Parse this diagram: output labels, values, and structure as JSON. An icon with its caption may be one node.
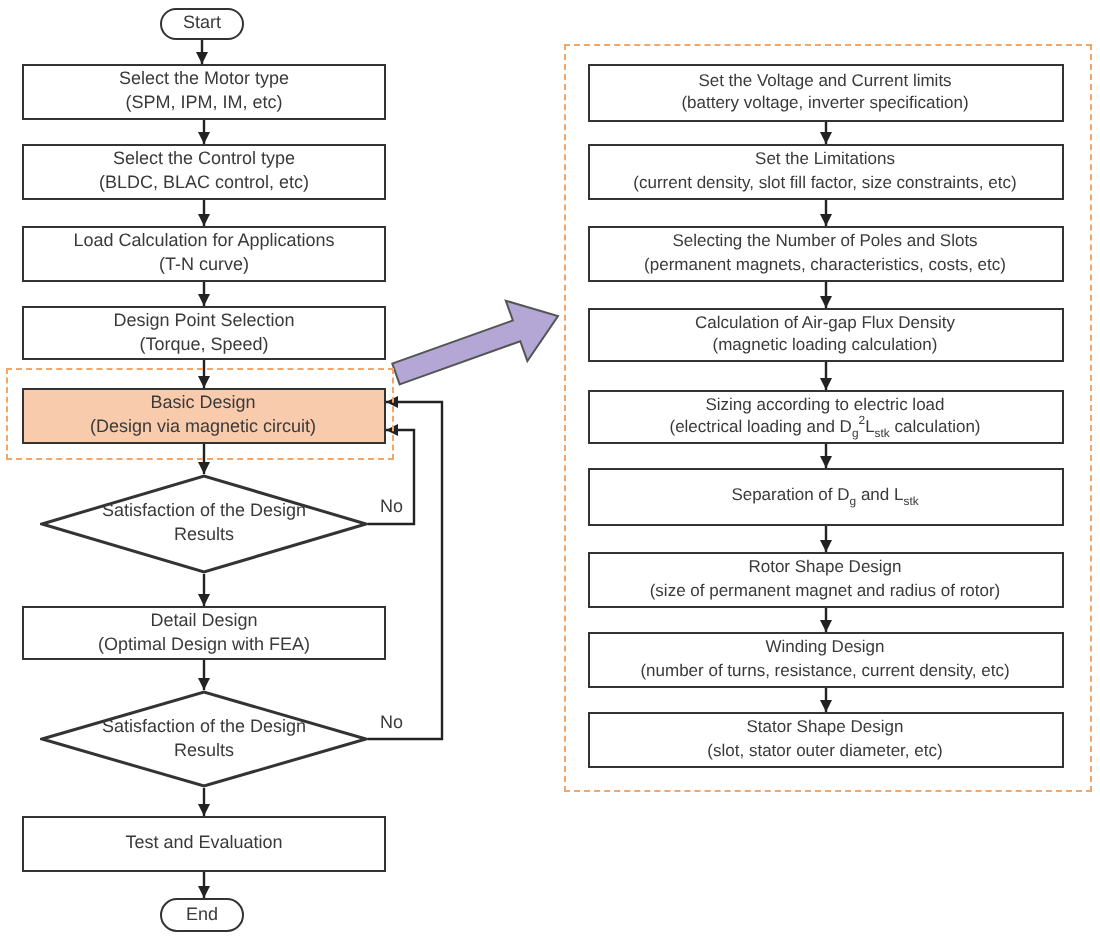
{
  "diagram": {
    "nodes": [
      {
        "text": [
          "Start"
        ]
      },
      {
        "text": [
          "Select the Motor type",
          "(SPM, IPM, IM, etc)"
        ]
      },
      {
        "text": [
          "Select the Control type",
          "(BLDC, BLAC control, etc)"
        ]
      },
      {
        "text": [
          "Load Calculation for Applications",
          "(T-N curve)"
        ]
      },
      {
        "text": [
          "Design Point Selection",
          "(Torque, Speed)"
        ]
      },
      {
        "text": [],
        "shape": "box"
      },
      {
        "text": [
          "Basic Design",
          "(Design via magnetic circuit)"
        ],
        "in": 5
      },
      {
        "text": [
          "Satisfaction of the Design Results"
        ]
      },
      {
        "text": [
          "Detail Design",
          "(Optimal Design with FEA)"
        ]
      },
      {
        "text": [
          "Satisfaction of the Design Results"
        ]
      },
      {
        "text": [
          "Test and Evaluation"
        ]
      },
      {
        "text": [
          "End"
        ]
      },
      {
        "text": [],
        "shape": "box"
      },
      {
        "text": [
          "Set the Voltage and Current limits",
          "(battery voltage, inverter specification)"
        ],
        "in": 12
      },
      {
        "text": [
          "Set the Limitations",
          "(current density, slot fill factor, size constraints, etc)"
        ],
        "in": 12
      },
      {
        "text": [
          "Selecting the Number of Poles and Slots",
          "(permanent magnets, characteristics, costs, etc)"
        ],
        "in": 12
      },
      {
        "text": [
          "Calculation of Air-gap Flux Density",
          "(magnetic loading calculation)"
        ],
        "in": 12
      },
      {
        "text": [
          "Sizing according to electric load",
          "(electrical loading and D$_{g}$$^{2}$L$_{stk}$ calculation)"
        ],
        "in": 12
      },
      {
        "text": [
          "Separation of D$_{g}$ and L$_{stk}$"
        ],
        "in": 12
      },
      {
        "text": [
          "Rotor Shape Design",
          "(size of permanent magnet and radius of rotor)"
        ],
        "in": 12
      },
      {
        "text": [
          "Winding Design",
          "(number of turns, resistance, current density, etc)"
        ],
        "in": 12
      },
      {
        "text": [
          "Stator Shape Design",
          "(slot, stator outer diameter, etc)"
        ],
        "in": 12
      }
    ],
    "edges": [
      {
        "from": 0,
        "to": 1,
        "arrow": "to"
      },
      {
        "from": 1,
        "to": 2,
        "arrow": "to"
      },
      {
        "from": 2,
        "to": 3,
        "arrow": "to"
      },
      {
        "from": 3,
        "to": 4,
        "arrow": "to"
      },
      {
        "from": 4,
        "to": 6,
        "arrow": "to"
      },
      {
        "from": 6,
        "to": 7,
        "arrow": "to"
      },
      {
        "from": 7,
        "to": 8,
        "arrow": "to"
      },
      {
        "from": 7,
        "to": 6,
        "arrow": "to",
        "label": "No"
      },
      {
        "from": 8,
        "to": 9,
        "arrow": "to"
      },
      {
        "from": 9,
        "to": 6,
        "arrow": "to",
        "label": "No"
      },
      {
        "from": 9,
        "to": 10,
        "arrow": "to"
      },
      {
        "from": 10,
        "to": 11,
        "arrow": "to"
      },
      {
        "from": 5,
        "to": 12,
        "arrow": "to",
        "style": "thick",
        "color": "#b4a7d6"
      },
      {
        "from": 13,
        "to": 14,
        "arrow": "to"
      },
      {
        "from": 14,
        "to": 15,
        "arrow": "to"
      },
      {
        "from": 15,
        "to": 16,
        "arrow": "to"
      },
      {
        "from": 16,
        "to": 17,
        "arrow": "to"
      },
      {
        "from": 17,
        "to": 18,
        "arrow": "to"
      },
      {
        "from": 18,
        "to": 19,
        "arrow": "to"
      },
      {
        "from": 19,
        "to": 20,
        "arrow": "to"
      },
      {
        "from": 20,
        "to": 21,
        "arrow": "to"
      }
    ]
  }
}
